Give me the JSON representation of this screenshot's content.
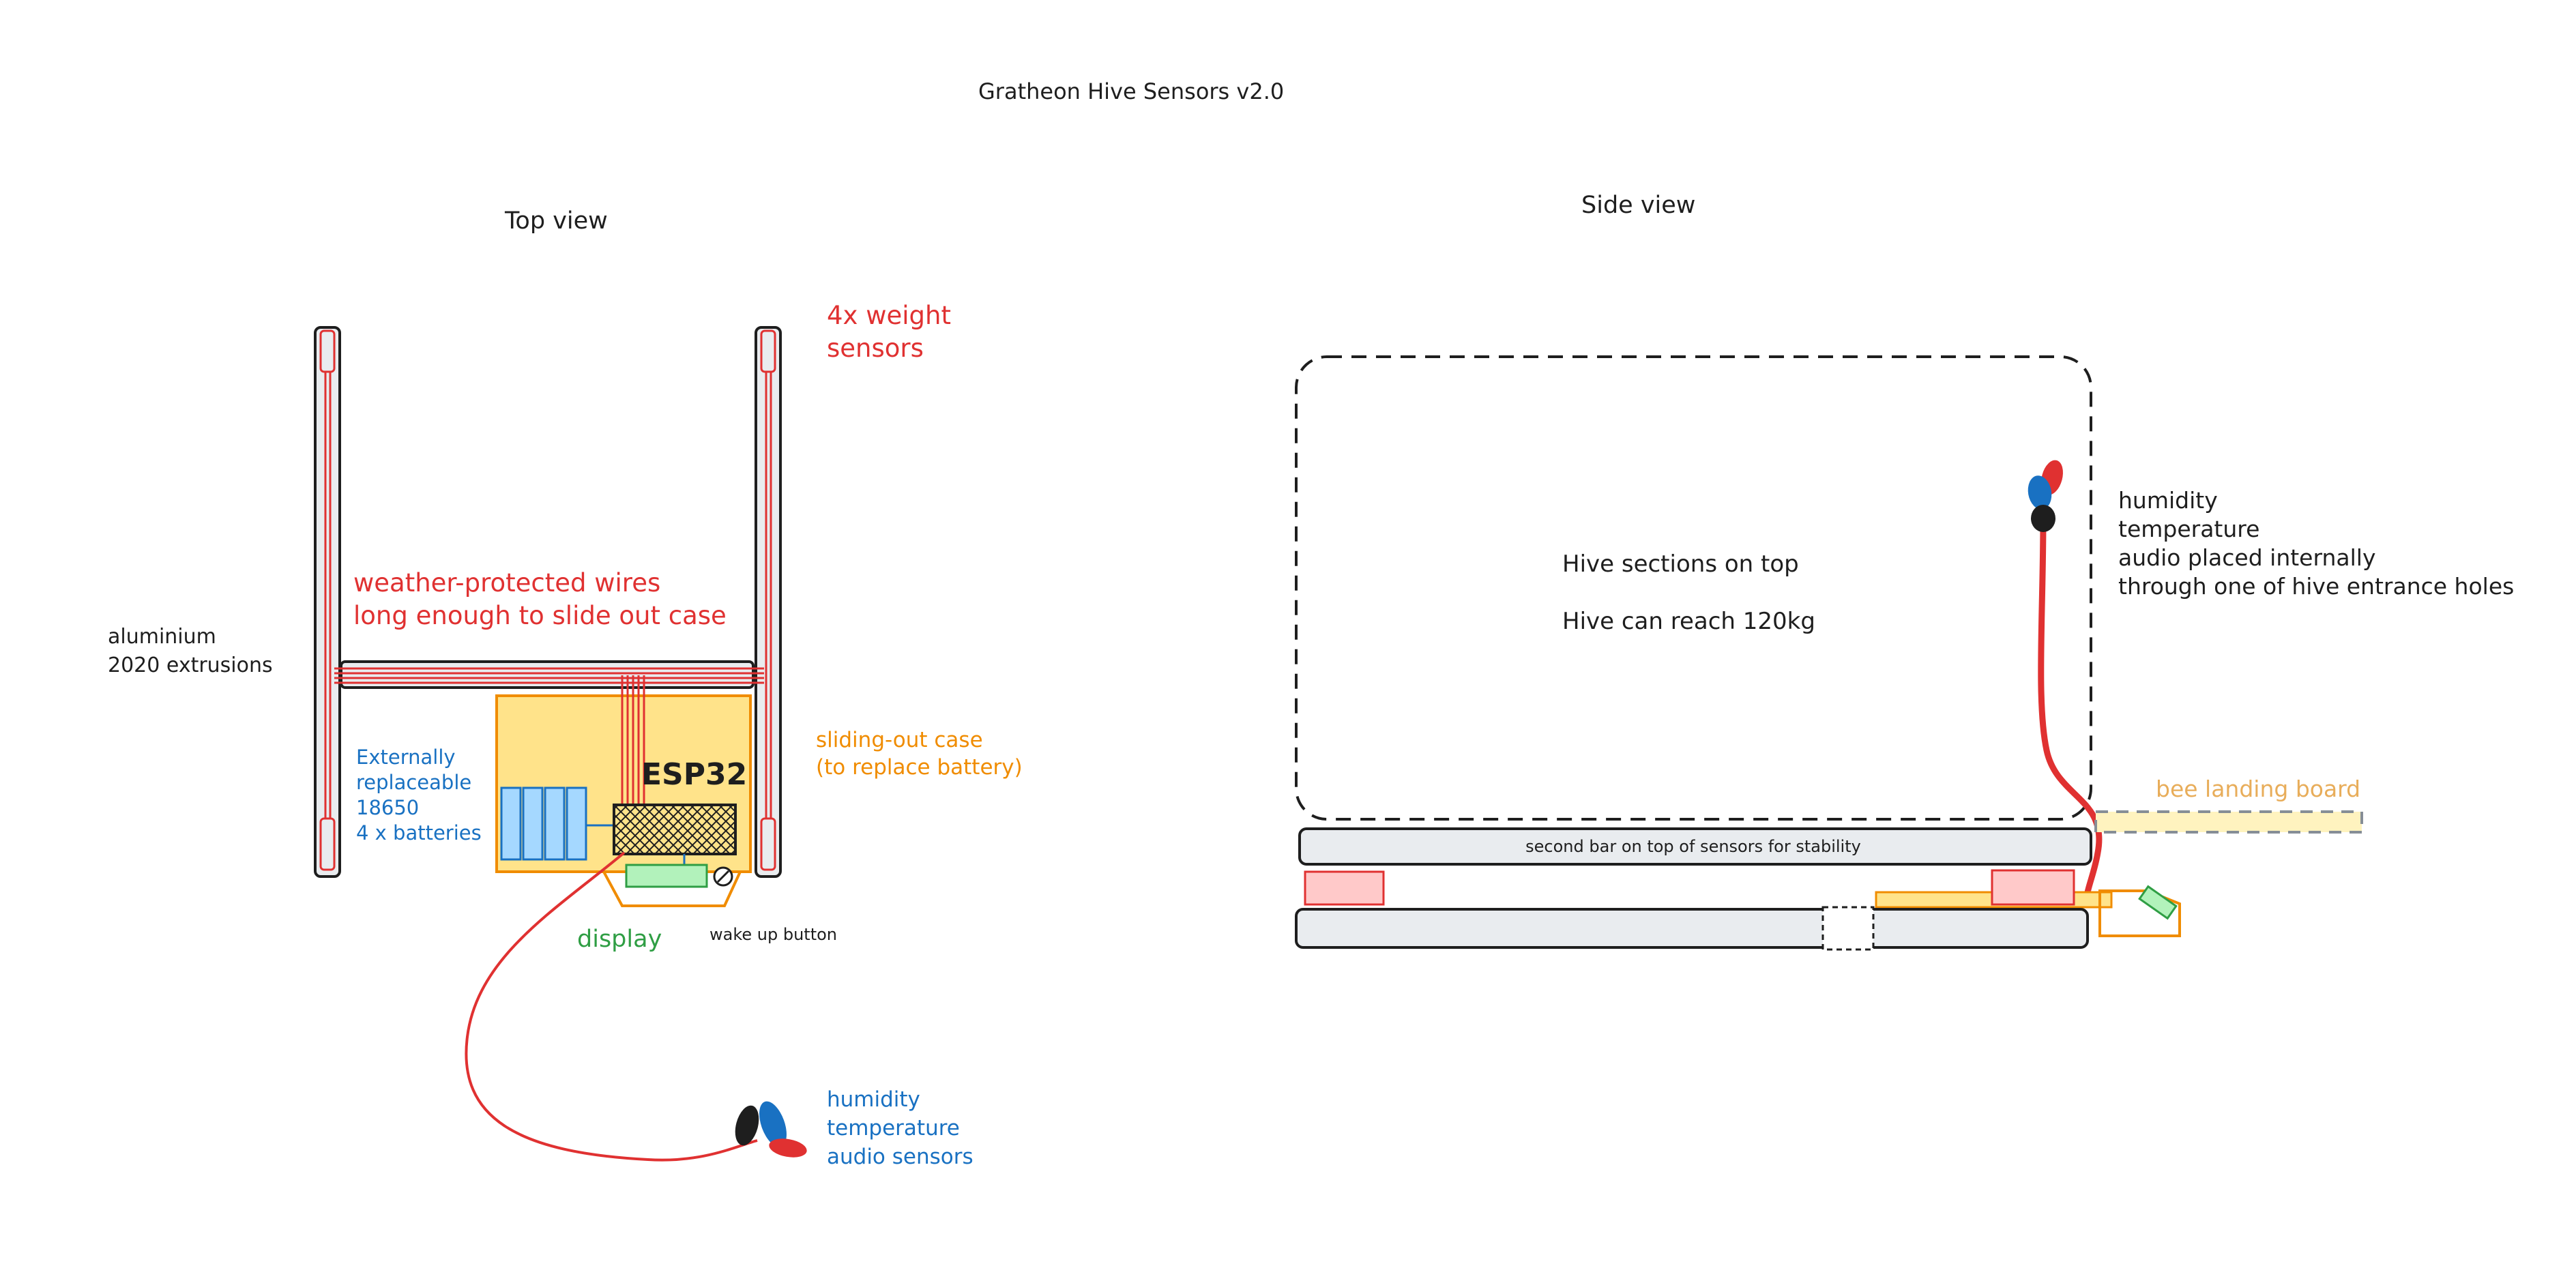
{
  "title": "Gratheon Hive Sensors v2.0",
  "colors": {
    "wire": "#e03131",
    "frame_fill": "#e9ecef",
    "case_fill": "#ffe38a",
    "case_stroke": "#f08c00",
    "battery_fill": "#a5d8ff",
    "battery_stroke": "#1971c2",
    "display_fill": "#b2f2bb",
    "display_stroke": "#2f9e44",
    "weight_sensor_fill": "#ffc9c9",
    "landing_board_fill": "#fff3bf",
    "sensor_red": "#e03131",
    "sensor_blue": "#1971c2",
    "sensor_black": "#1e1e1e"
  },
  "top_view": {
    "heading": "Top view",
    "weight_sensors_label": [
      "4x weight",
      "sensors"
    ],
    "wires_label": [
      "weather-protected wires",
      "long enough to slide out case"
    ],
    "extrusions_label": [
      "aluminium",
      "2020 extrusions"
    ],
    "batteries_label": [
      "Externally",
      "replaceable",
      "18650",
      "4 x batteries"
    ],
    "case_label": [
      "sliding-out case",
      "(to replace battery)"
    ],
    "mcu_label": "ESP32",
    "display_label": "display",
    "button_label": "wake up button",
    "sensors_label": [
      "humidity",
      "temperature",
      "audio sensors"
    ]
  },
  "side_view": {
    "heading": "Side view",
    "hive_label": [
      "Hive sections on top",
      "Hive can reach 120kg"
    ],
    "internal_sensors_label": [
      "humidity",
      "temperature",
      "audio placed internally",
      "through one of hive entrance holes"
    ],
    "landing_board_label": "bee landing board",
    "stability_bar_label": "second bar on top of sensors for stability"
  }
}
